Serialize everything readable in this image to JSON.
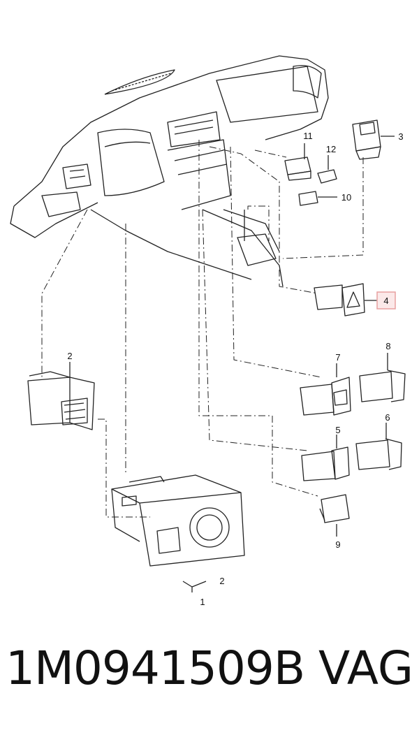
{
  "callouts": {
    "c1": "1",
    "c2a": "2",
    "c2b": "2",
    "c3": "3",
    "c4": "4",
    "c5": "5",
    "c6": "6",
    "c7": "7",
    "c8": "8",
    "c9": "9",
    "c10": "10",
    "c11": "11",
    "c12": "12"
  },
  "highlight_color": "#e8a0a0",
  "footer": {
    "part_number": "1M0941509B",
    "brand": "VAG"
  }
}
